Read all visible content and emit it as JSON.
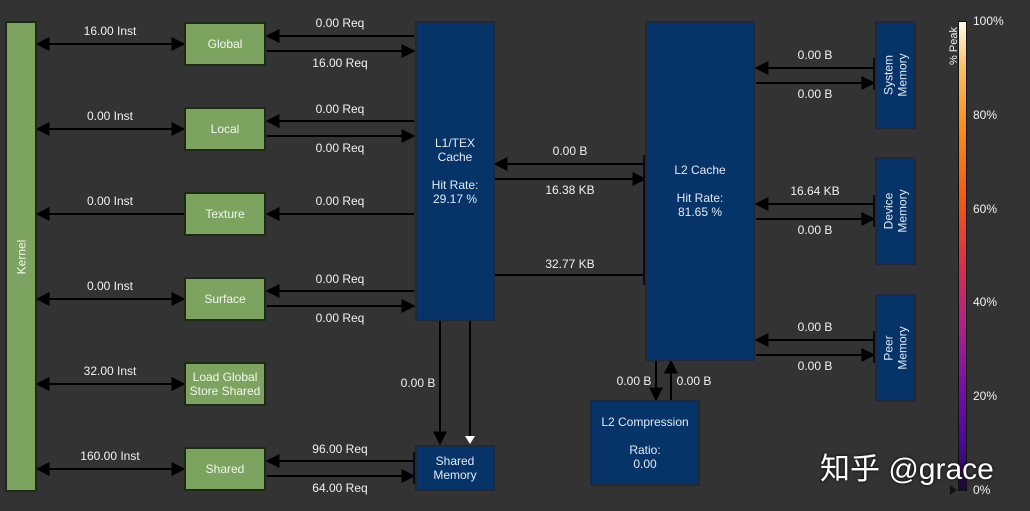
{
  "kernel": {
    "label": "Kernel"
  },
  "units": [
    {
      "id": "global",
      "label": "Global",
      "inst": "16.00 Inst",
      "req_in": "0.00 Req",
      "req_out": "16.00 Req"
    },
    {
      "id": "local",
      "label": "Local",
      "inst": "0.00 Inst",
      "req_in": "0.00 Req",
      "req_out": "0.00 Req"
    },
    {
      "id": "texture",
      "label": "Texture",
      "inst": "0.00 Inst",
      "req_in": "0.00 Req"
    },
    {
      "id": "surface",
      "label": "Surface",
      "inst": "0.00 Inst",
      "req_in": "0.00 Req",
      "req_out": "0.00 Req"
    },
    {
      "id": "lgss",
      "label": "Load Global Store Shared",
      "line1": "Load Global",
      "line2": "Store Shared",
      "inst": "32.00 Inst"
    },
    {
      "id": "shared",
      "label": "Shared",
      "inst": "160.00 Inst",
      "req_in": "96.00 Req",
      "req_out": "64.00 Req"
    }
  ],
  "l1": {
    "title1": "L1/TEX",
    "title2": "Cache",
    "hit_label": "Hit Rate:",
    "hit_value": "29.17 %",
    "to_shared": "0.00 B"
  },
  "l1_l2": {
    "read": "0.00 B",
    "write": "16.38 KB",
    "lgss": "32.77 KB"
  },
  "l2": {
    "title": "L2 Cache",
    "hit_label": "Hit Rate:",
    "hit_value": "81.65 %",
    "to_comp": "0.00 B",
    "from_comp": "0.00 B"
  },
  "shared_memory": {
    "line1": "Shared",
    "line2": "Memory"
  },
  "l2_compression": {
    "title": "L2 Compression",
    "ratio_label": "Ratio:",
    "ratio_value": "0.00"
  },
  "memories": [
    {
      "id": "system",
      "line1": "System",
      "line2": "Memory",
      "read": "0.00 B",
      "write": "0.00 B"
    },
    {
      "id": "device",
      "line1": "Device",
      "line2": "Memory",
      "read": "16.64 KB",
      "write": "0.00 B"
    },
    {
      "id": "peer",
      "line1": "Peer",
      "line2": "Memory",
      "read": "0.00 B",
      "write": "0.00 B"
    }
  ],
  "legend": {
    "title": "% Peak",
    "ticks": [
      "100%",
      "80%",
      "60%",
      "40%",
      "20%",
      "0%"
    ]
  },
  "watermark": "知乎 @grace"
}
